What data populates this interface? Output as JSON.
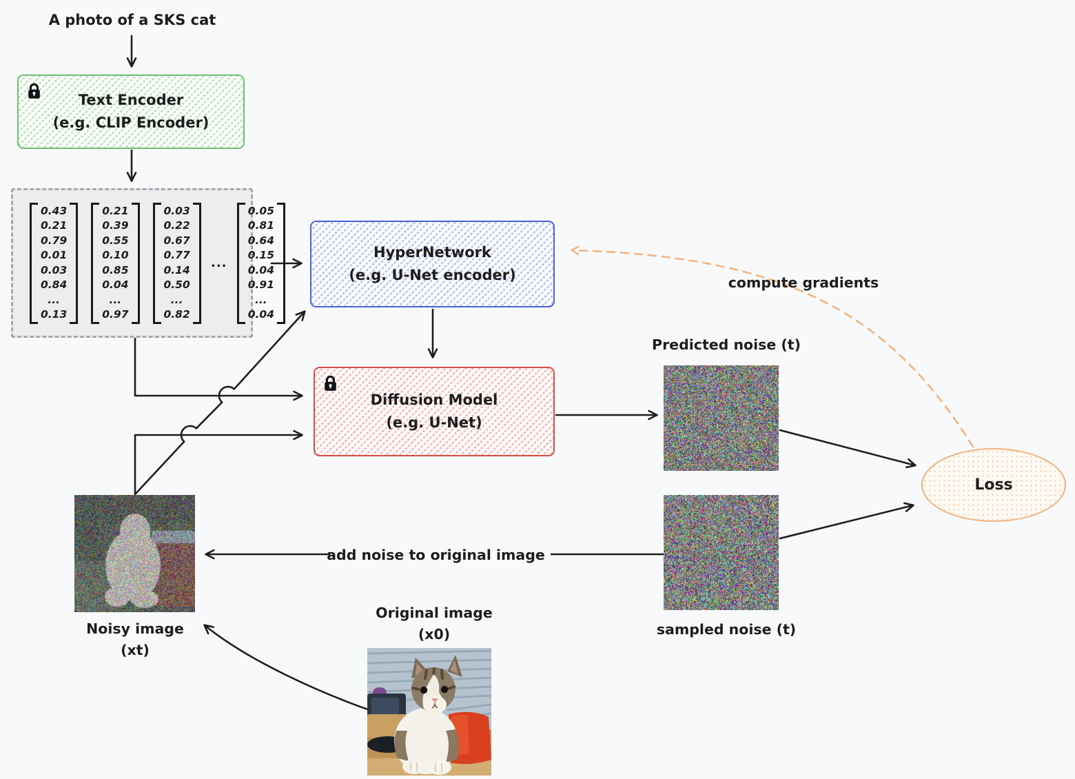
{
  "prompt": {
    "text": "A photo of a SKS cat"
  },
  "text_encoder": {
    "title": "Text Encoder",
    "subtitle": "(e.g. CLIP Encoder)",
    "frozen": true
  },
  "embeddings": {
    "ellipsis": "...",
    "vectors": [
      [
        "0.43",
        "0.21",
        "0.79",
        "0.01",
        "0.03",
        "0.84",
        "...",
        "0.13"
      ],
      [
        "0.21",
        "0.39",
        "0.55",
        "0.10",
        "0.85",
        "0.04",
        "...",
        "0.97"
      ],
      [
        "0.03",
        "0.22",
        "0.67",
        "0.77",
        "0.14",
        "0.50",
        "...",
        "0.82"
      ],
      [
        "0.05",
        "0.81",
        "0.64",
        "0.15",
        "0.04",
        "0.91",
        "...",
        "0.04"
      ]
    ]
  },
  "hypernetwork": {
    "title": "HyperNetwork",
    "subtitle": "(e.g. U-Net encoder)",
    "frozen": false
  },
  "diffusion": {
    "title": "Diffusion Model",
    "subtitle": "(e.g. U-Net)",
    "frozen": true
  },
  "predicted_noise": {
    "label": "Predicted noise (t)"
  },
  "sampled_noise": {
    "label": "sampled noise (t)"
  },
  "loss": {
    "label": "Loss"
  },
  "gradients": {
    "label": "compute gradients"
  },
  "add_noise": {
    "label": "add noise to original image"
  },
  "noisy_image": {
    "label": "Noisy image",
    "sublabel": "(xt)"
  },
  "original_image": {
    "label": "Original image",
    "sublabel": "(x0)"
  },
  "icons": {
    "frozen": "lock-icon"
  },
  "colors": {
    "background": "#f8f9fa",
    "accent_green": "#69c16d",
    "accent_blue": "#4e61d3",
    "accent_red": "#d84b42",
    "accent_orange": "#f2b279",
    "arrow": "#1d1d1d",
    "embed_panel": "#ebedef",
    "embed_border": "#a6a9ac",
    "text": "#1d1d1d"
  }
}
